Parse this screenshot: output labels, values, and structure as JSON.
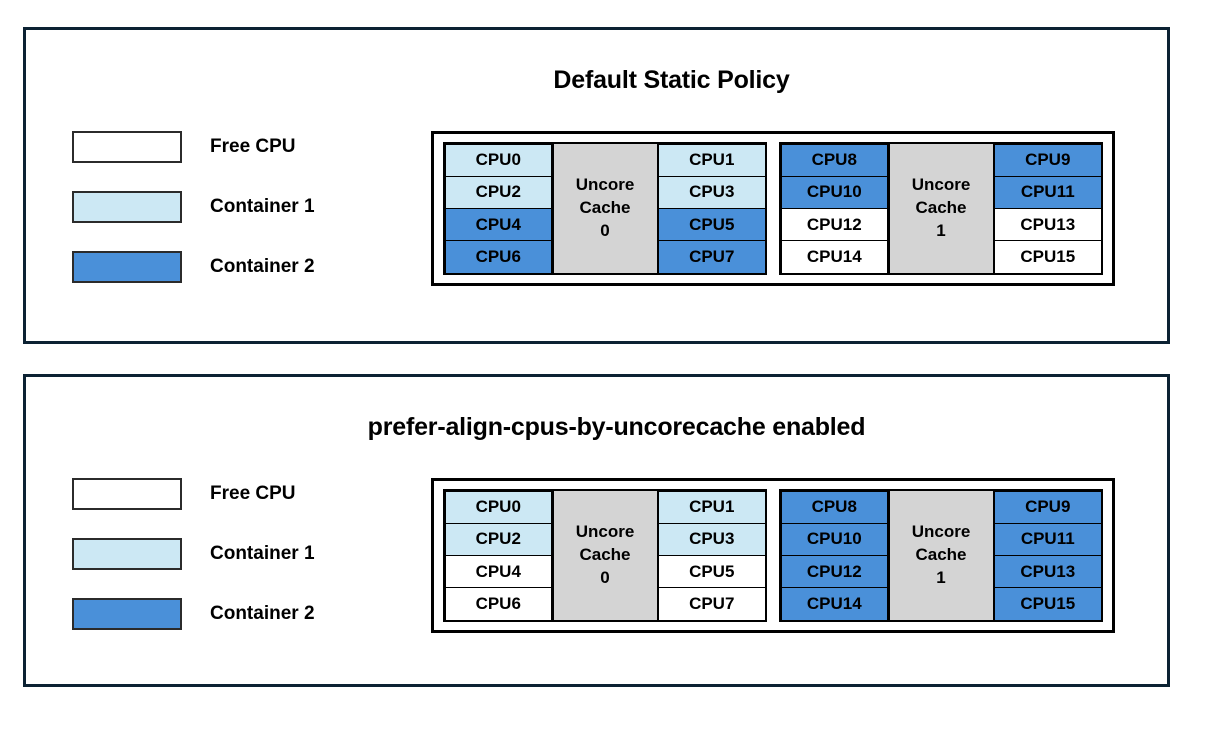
{
  "colors": {
    "free": "#ffffff",
    "container1": "#cce8f4",
    "container2": "#4a90d9",
    "cache": "#d4d4d4",
    "panel_border": "#0c2233",
    "cell_border": "#000000"
  },
  "legend": {
    "items": [
      {
        "label": "Free CPU",
        "fill_key": "free"
      },
      {
        "label": "Container 1",
        "fill_key": "container1"
      },
      {
        "label": "Container 2",
        "fill_key": "container2"
      }
    ]
  },
  "panels": [
    {
      "id": "default-static-policy",
      "title": "Default Static Policy",
      "legend_labels": [
        "Free CPU",
        "Container 1",
        "Container 2"
      ],
      "caches": [
        {
          "cache_label_line1": "Uncore",
          "cache_label_line2": "Cache",
          "cache_label_line3": "0",
          "left_column": [
            {
              "label": "CPU0",
              "fill_key": "container1"
            },
            {
              "label": "CPU2",
              "fill_key": "container1"
            },
            {
              "label": "CPU4",
              "fill_key": "container2"
            },
            {
              "label": "CPU6",
              "fill_key": "container2"
            }
          ],
          "right_column": [
            {
              "label": "CPU1",
              "fill_key": "container1"
            },
            {
              "label": "CPU3",
              "fill_key": "container1"
            },
            {
              "label": "CPU5",
              "fill_key": "container2"
            },
            {
              "label": "CPU7",
              "fill_key": "container2"
            }
          ]
        },
        {
          "cache_label_line1": "Uncore",
          "cache_label_line2": "Cache",
          "cache_label_line3": "1",
          "left_column": [
            {
              "label": "CPU8",
              "fill_key": "container2"
            },
            {
              "label": "CPU10",
              "fill_key": "container2"
            },
            {
              "label": "CPU12",
              "fill_key": "free"
            },
            {
              "label": "CPU14",
              "fill_key": "free"
            }
          ],
          "right_column": [
            {
              "label": "CPU9",
              "fill_key": "container2"
            },
            {
              "label": "CPU11",
              "fill_key": "container2"
            },
            {
              "label": "CPU13",
              "fill_key": "free"
            },
            {
              "label": "CPU15",
              "fill_key": "free"
            }
          ]
        }
      ]
    },
    {
      "id": "prefer-align-cpus-by-uncorecache-enabled",
      "title": "prefer-align-cpus-by-uncorecache enabled",
      "legend_labels": [
        "Free CPU",
        "Container 1",
        "Container 2"
      ],
      "caches": [
        {
          "cache_label_line1": "Uncore",
          "cache_label_line2": "Cache",
          "cache_label_line3": "0",
          "left_column": [
            {
              "label": "CPU0",
              "fill_key": "container1"
            },
            {
              "label": "CPU2",
              "fill_key": "container1"
            },
            {
              "label": "CPU4",
              "fill_key": "free"
            },
            {
              "label": "CPU6",
              "fill_key": "free"
            }
          ],
          "right_column": [
            {
              "label": "CPU1",
              "fill_key": "container1"
            },
            {
              "label": "CPU3",
              "fill_key": "container1"
            },
            {
              "label": "CPU5",
              "fill_key": "free"
            },
            {
              "label": "CPU7",
              "fill_key": "free"
            }
          ]
        },
        {
          "cache_label_line1": "Uncore",
          "cache_label_line2": "Cache",
          "cache_label_line3": "1",
          "left_column": [
            {
              "label": "CPU8",
              "fill_key": "container2"
            },
            {
              "label": "CPU10",
              "fill_key": "container2"
            },
            {
              "label": "CPU12",
              "fill_key": "container2"
            },
            {
              "label": "CPU14",
              "fill_key": "container2"
            }
          ],
          "right_column": [
            {
              "label": "CPU9",
              "fill_key": "container2"
            },
            {
              "label": "CPU11",
              "fill_key": "container2"
            },
            {
              "label": "CPU13",
              "fill_key": "container2"
            },
            {
              "label": "CPU15",
              "fill_key": "container2"
            }
          ]
        }
      ]
    }
  ]
}
